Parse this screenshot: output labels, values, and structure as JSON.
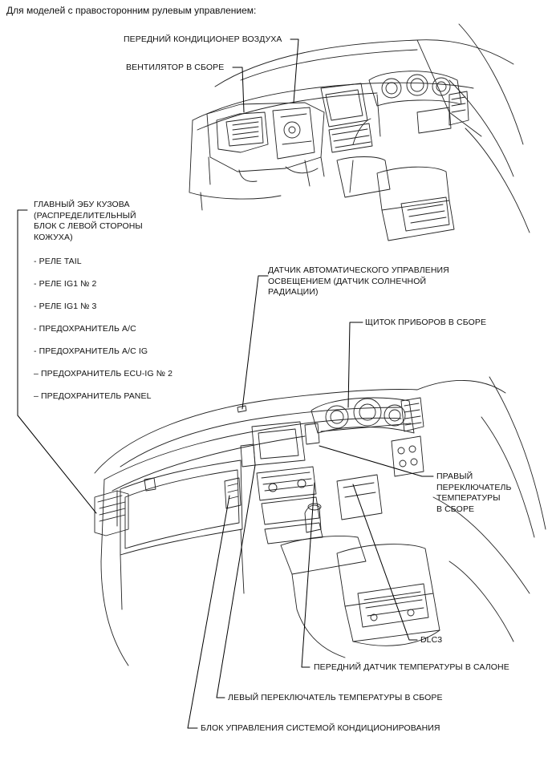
{
  "header": "Для моделей с правосторонним рулевым управлением:",
  "top_view": {
    "front_ac": "ПЕРЕДНИЙ КОНДИЦИОНЕР ВОЗДУХА",
    "blower": "ВЕНТИЛЯТОР В СБОРЕ"
  },
  "main_body_ecu": {
    "title_lines": [
      "ГЛАВНЫЙ ЭБУ КУЗОВА",
      "(РАСПРЕДЕЛИТЕЛЬНЫЙ",
      "БЛОК С ЛЕВОЙ СТОРОНЫ",
      "КОЖУХА)"
    ],
    "items": [
      "- РЕЛЕ TAIL",
      "- РЕЛЕ IG1 № 2",
      "- РЕЛЕ IG1 № 3",
      "- ПРЕДОХРАНИТЕЛЬ A/C",
      "- ПРЕДОХРАНИТЕЛЬ A/C IG",
      "– ПРЕДОХРАНИТЕЛЬ ECU-IG № 2",
      "– ПРЕДОХРАНИТЕЛЬ PANEL"
    ]
  },
  "light_sensor": [
    "ДАТЧИК АВТОМАТИЧЕСКОГО УПРАВЛЕНИЯ",
    "ОСВЕЩЕНИЕМ (ДАТЧИК СОЛНЕЧНОЙ",
    "РАДИАЦИИ)"
  ],
  "meter": "ЩИТОК ПРИБОРОВ В СБОРЕ",
  "right_temp_switch": [
    "ПРАВЫЙ",
    "ПЕРЕКЛЮЧАТЕЛЬ",
    "ТЕМПЕРАТУРЫ",
    "В СБОРЕ"
  ],
  "dlc3": "DLC3",
  "room_temp_sensor": "ПЕРЕДНИЙ ДАТЧИК ТЕМПЕРАТУРЫ В САЛОНЕ",
  "left_temp_switch": "ЛЕВЫЙ ПЕРЕКЛЮЧАТЕЛЬ ТЕМПЕРАТУРЫ В СБОРЕ",
  "ac_control": "БЛОК УПРАВЛЕНИЯ СИСТЕМОЙ КОНДИЦИОНИРОВАНИЯ"
}
